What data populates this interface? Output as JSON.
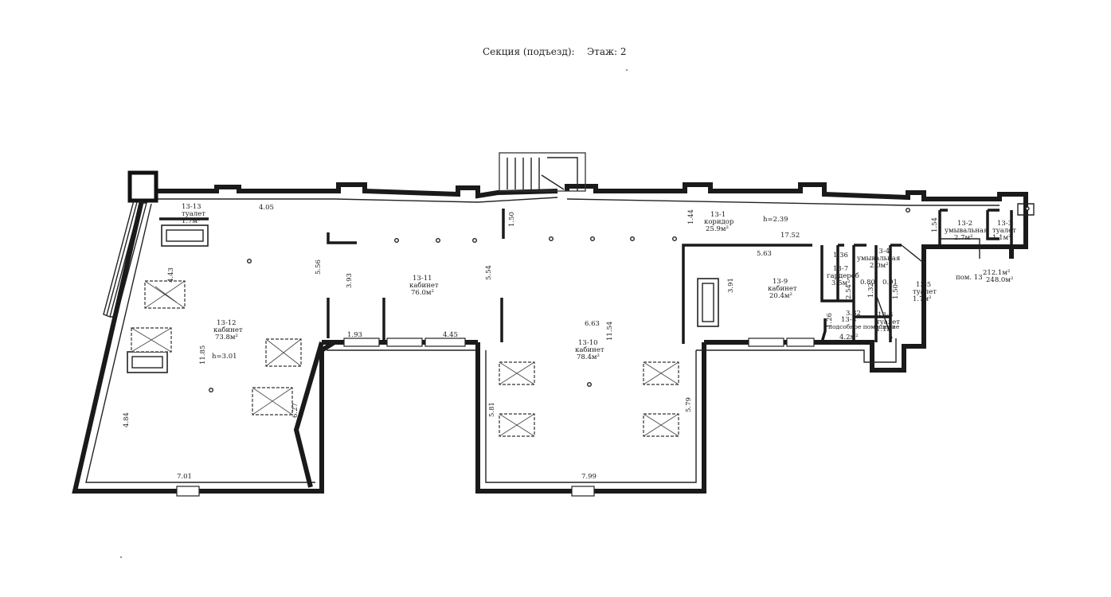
{
  "header": {
    "section_label": "Секция (подъезд):",
    "floor_label": "Этаж: 2"
  },
  "rooms": [
    {
      "id": "13-13",
      "name": "туалет",
      "area": "1.7м²"
    },
    {
      "id": "13-12",
      "name": "кабинет",
      "area": "73.8м²",
      "height": "h=3.01"
    },
    {
      "id": "13-11",
      "name": "кабинет",
      "area": "76.0м²"
    },
    {
      "id": "13-10",
      "name": "кабинет",
      "area": "78.4м²"
    },
    {
      "id": "13-1",
      "name": "коридор",
      "area": "25.9м²",
      "height": "h=2.39"
    },
    {
      "id": "13-9",
      "name": "кабинет",
      "area": "20.4м²"
    },
    {
      "id": "13-7",
      "name": "гардероб",
      "area": "3.5м²"
    },
    {
      "id": "13-4",
      "name": "умывальная",
      "area": "2.0м²"
    },
    {
      "id": "13-8",
      "name": "подсобное помещение",
      "area": "4.2м²"
    },
    {
      "id": "13-6",
      "name": "туалет",
      "area": "1.1м²"
    },
    {
      "id": "13-5",
      "name": "туалет",
      "area": "1.7м²"
    },
    {
      "id": "13-2",
      "name": "умывальная",
      "area": "2.7м²"
    },
    {
      "id": "13-3",
      "name": "туалет",
      "area": "1.1м²"
    }
  ],
  "totals": {
    "line1": "212.1м²",
    "line2": "248.0м²",
    "prefix": "пом. 13"
  },
  "dimensions": {
    "d_405": "4.05",
    "d_150": "1.50",
    "d_144": "1.44",
    "d_1752": "17.52",
    "d_556": "5.56",
    "d_393": "3.93",
    "d_554": "5.54",
    "d_563": "5.63",
    "d_391": "3.91",
    "d_136": "1.36",
    "d_443": "4.43",
    "d_193": "1.93",
    "d_445": "4.45",
    "d_663": "6.63",
    "d_1154": "11.54",
    "d_1185": "11.85",
    "d_627": "6.27",
    "d_484": "4.84",
    "d_701": "7.01",
    "d_581": "5.81",
    "d_579": "5.79",
    "d_799": "7.99",
    "d_080": "0.80",
    "d_091": "0.91",
    "d_254": "2.54",
    "d_132": "1.32",
    "d_150b": "1.50",
    "d_126": "1.26",
    "d_332": "3.32",
    "d_154": "1.54"
  }
}
